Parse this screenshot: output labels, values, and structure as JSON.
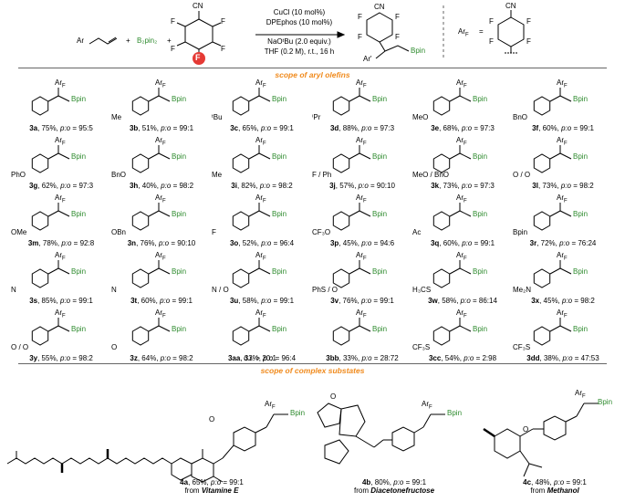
{
  "scheme": {
    "olefin_label": "Ar",
    "reagent_b2pin2": "B₂pin₂",
    "plus": "+",
    "ring_substituents": {
      "cn": "CN",
      "f": "F"
    },
    "fluorine_highlight": "F",
    "conditions": [
      "CuCl (10 mol%)",
      "DPEphos (10 mol%)",
      "NaOᵗBu (2.0 equiv.)",
      "THF (0.2 M), r.t., 16 h"
    ],
    "product_ar": "Ar'",
    "product_bpin": "Bpin",
    "legend_arf": "Ar",
    "legend_arf_sub": "F",
    "legend_equals": "="
  },
  "sections": {
    "aryl_olefins_title": "scope of aryl olefins",
    "complex_title": "scope of complex substates"
  },
  "products": [
    {
      "id": "3a",
      "yield": "75%",
      "ratio": "95:5",
      "substituent": ""
    },
    {
      "id": "3b",
      "yield": "51%",
      "ratio": "99:1",
      "substituent": "Me"
    },
    {
      "id": "3c",
      "yield": "65%",
      "ratio": "99:1",
      "substituent": "ᵗBu"
    },
    {
      "id": "3d",
      "yield": "88%",
      "ratio": "97:3",
      "substituent": "ⁱPr"
    },
    {
      "id": "3e",
      "yield": "68%",
      "ratio": "97:3",
      "substituent": "MeO"
    },
    {
      "id": "3f",
      "yield": "60%",
      "ratio": "99:1",
      "substituent": "BnO"
    },
    {
      "id": "3g",
      "yield": "62%",
      "ratio": "97:3",
      "substituent": "PhO"
    },
    {
      "id": "3h",
      "yield": "40%",
      "ratio": "98:2",
      "substituent": "BnO"
    },
    {
      "id": "3i",
      "yield": "82%",
      "ratio": "98:2",
      "substituent": "Me"
    },
    {
      "id": "3j",
      "yield": "57%",
      "ratio": "90:10",
      "substituent": "F / Ph"
    },
    {
      "id": "3k",
      "yield": "73%",
      "ratio": "97:3",
      "substituent": "MeO / BnO"
    },
    {
      "id": "3l",
      "yield": "73%",
      "ratio": "98:2",
      "substituent": "O / O"
    },
    {
      "id": "3m",
      "yield": "78%",
      "ratio": "92:8",
      "substituent": "OMe"
    },
    {
      "id": "3n",
      "yield": "76%",
      "ratio": "90:10",
      "substituent": "OBn"
    },
    {
      "id": "3o",
      "yield": "52%",
      "ratio": "96:4",
      "substituent": "F"
    },
    {
      "id": "3p",
      "yield": "45%",
      "ratio": "94:6",
      "substituent": "CF₃O"
    },
    {
      "id": "3q",
      "yield": "60%",
      "ratio": "99:1",
      "substituent": "Ac"
    },
    {
      "id": "3r",
      "yield": "72%",
      "ratio": "76:24",
      "substituent": "Bpin"
    },
    {
      "id": "3s",
      "yield": "85%",
      "ratio": "99:1",
      "substituent": "N"
    },
    {
      "id": "3t",
      "yield": "60%",
      "ratio": "99:1",
      "substituent": "N"
    },
    {
      "id": "3u",
      "yield": "58%",
      "ratio": "99:1",
      "substituent": "N / O"
    },
    {
      "id": "3v",
      "yield": "76%",
      "ratio": "99:1",
      "substituent": "PhS / O"
    },
    {
      "id": "3w",
      "yield": "58%",
      "ratio": "86:14",
      "substituent": "H₃CS"
    },
    {
      "id": "3x",
      "yield": "45%",
      "ratio": "98:2",
      "substituent": "Me₂N"
    },
    {
      "id": "3y",
      "yield": "55%",
      "ratio": "98:2",
      "substituent": "O / O"
    },
    {
      "id": "3z",
      "yield": "64%",
      "ratio": "98:2",
      "substituent": "O"
    },
    {
      "id": "3aa",
      "yield": "33%",
      "ratio": "96:4",
      "substituent": ""
    },
    {
      "id": "3bb",
      "yield": "33%",
      "ratio": "28:72",
      "substituent": ""
    },
    {
      "id": "3cc",
      "yield": "54%",
      "ratio": "2:98",
      "substituent": "CF₃S"
    },
    {
      "id": "3dd",
      "yield": "38%",
      "ratio": "47:53",
      "substituent": "CF₃S"
    }
  ],
  "extra": {
    "dr_3aa": "d.r. > 20:1"
  },
  "complex": [
    {
      "id": "4a",
      "yield": "65%",
      "ratio": "99:1",
      "source": "Vitamine E"
    },
    {
      "id": "4b",
      "yield": "80%",
      "ratio": "99:1",
      "source": "Diacetonefructose"
    },
    {
      "id": "4c",
      "yield": "48%",
      "ratio": "99:1",
      "source": "Methanol"
    }
  ],
  "labels": {
    "arf": "Ar",
    "arf_sub": "F",
    "bpin": "Bpin",
    "ratio_label": "p:o",
    "from": "from",
    "comma": ","
  },
  "colors": {
    "green": "#2e8b2e",
    "red": "#e53a35",
    "orange": "#f08a1c"
  }
}
